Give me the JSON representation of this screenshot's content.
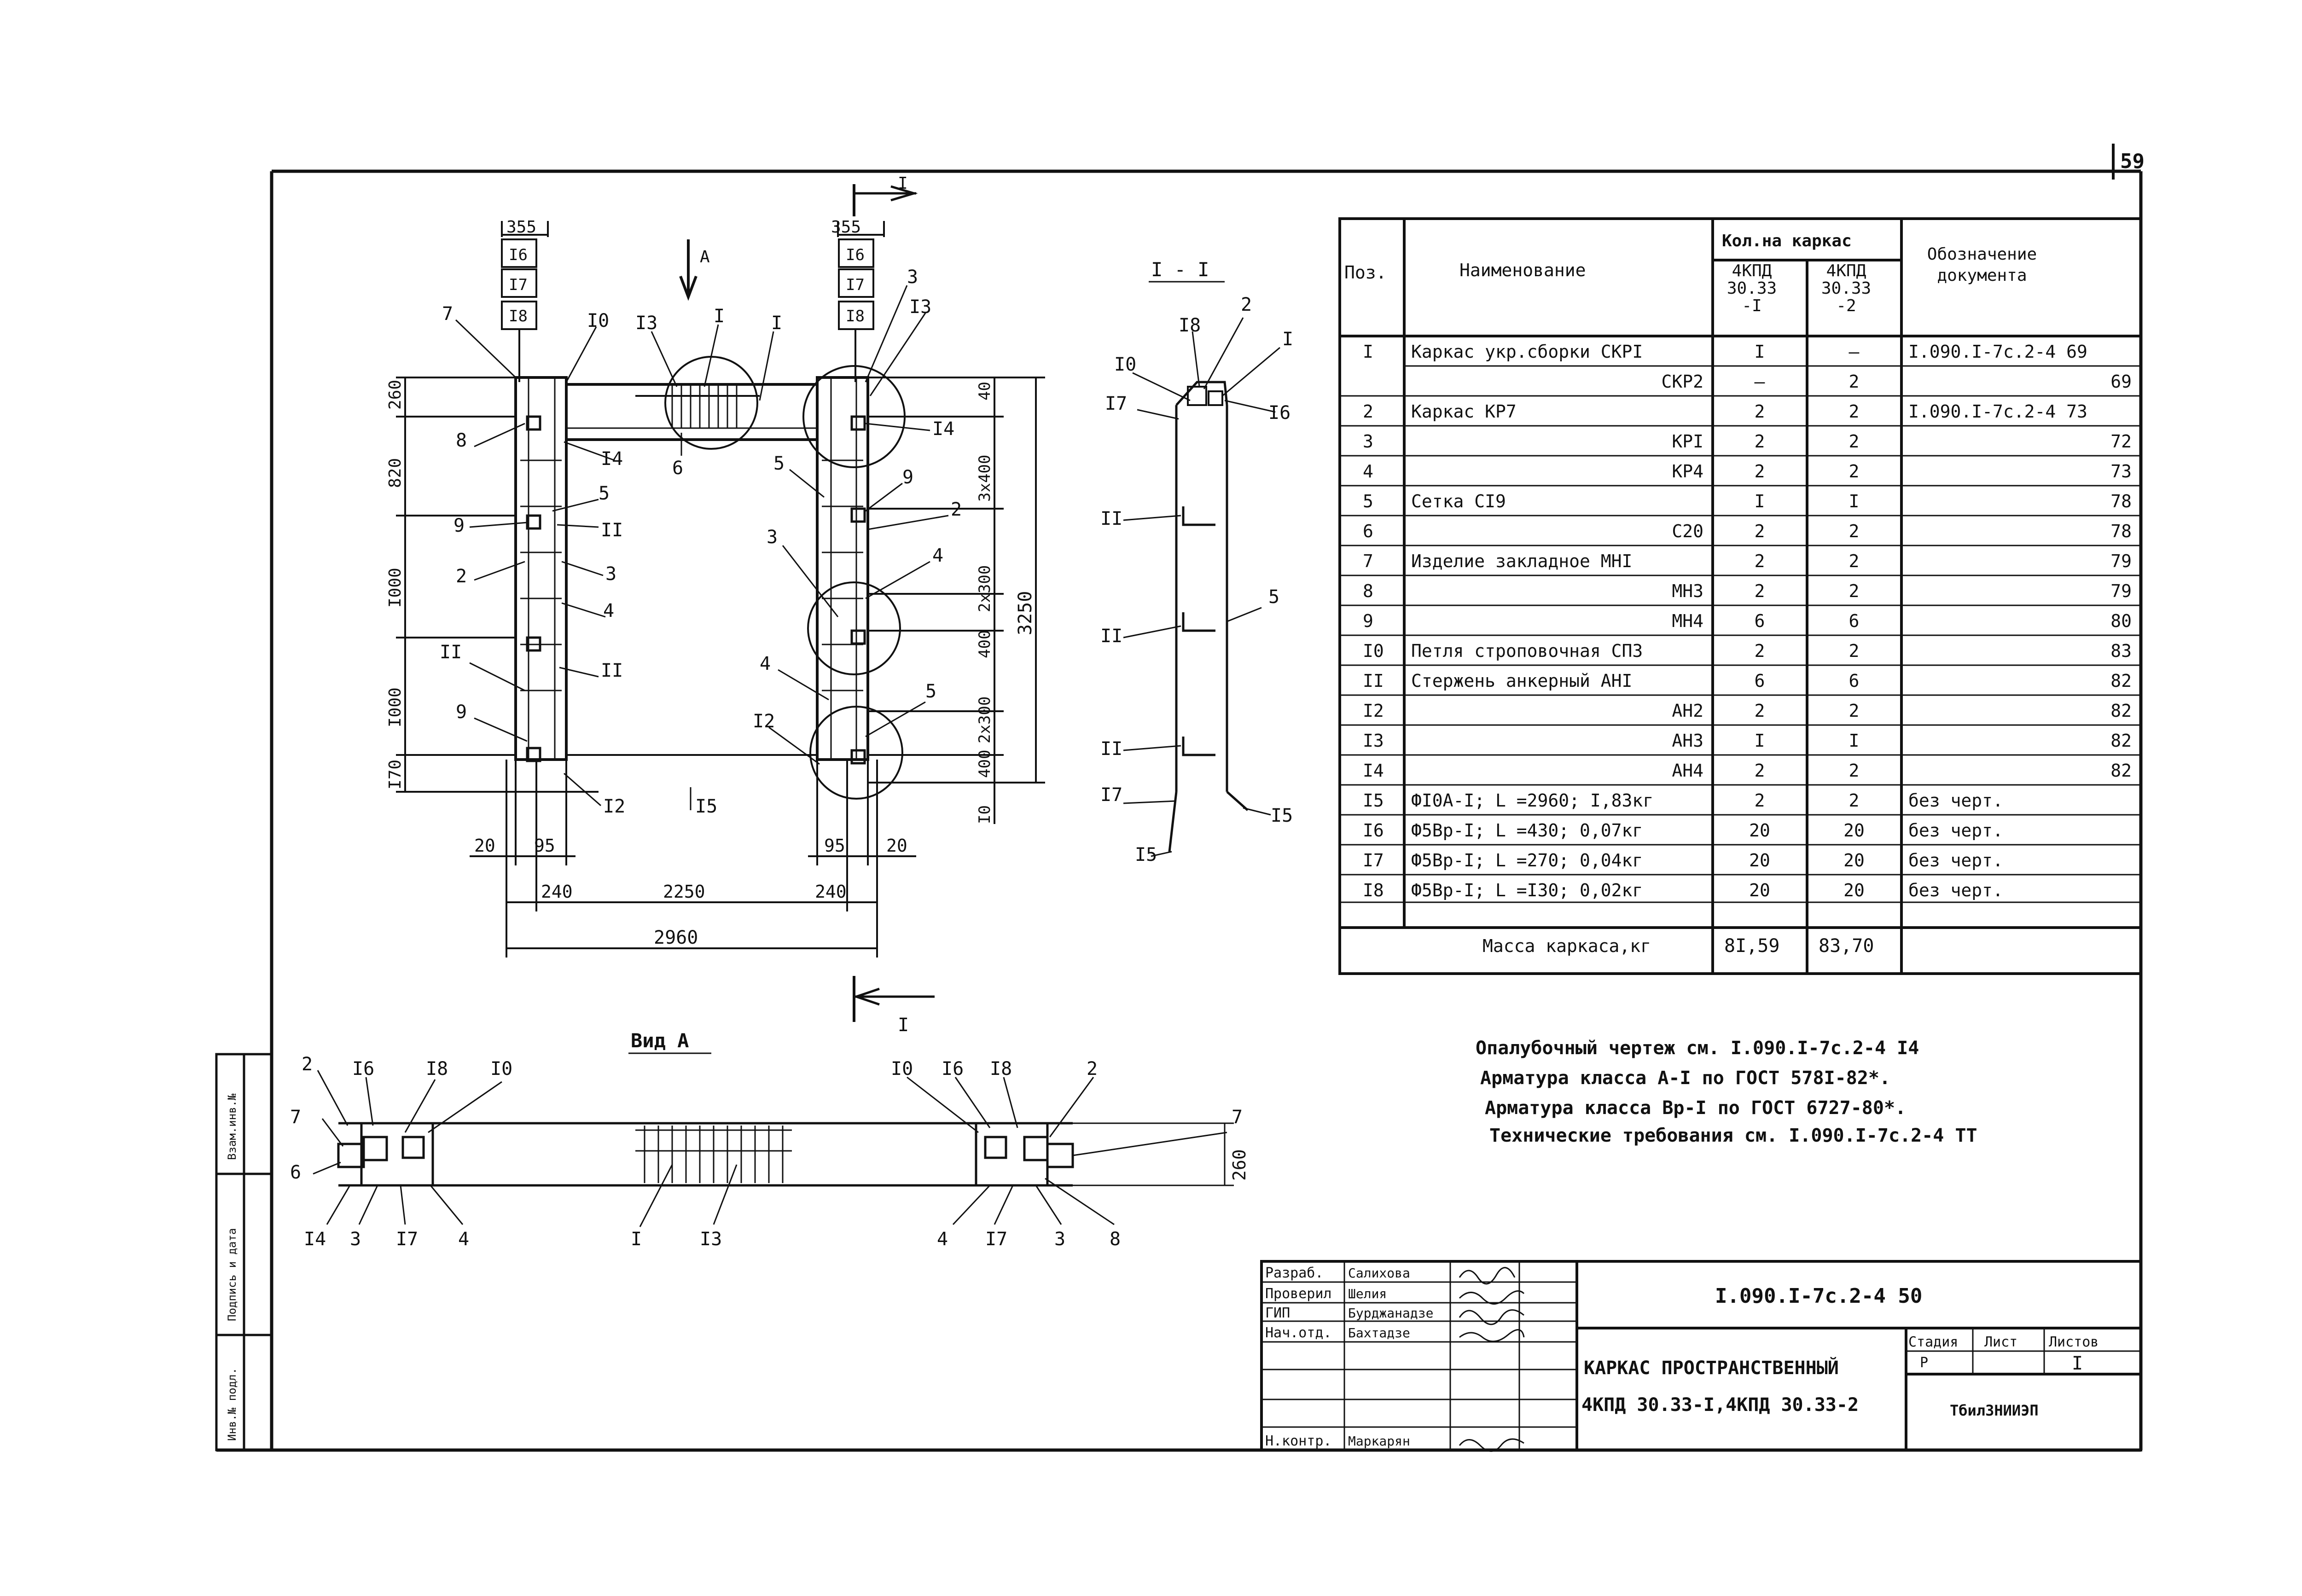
{
  "sheet_number": "59",
  "section_marks": {
    "cut_top": "I",
    "cut_bottom": "I",
    "view_label": "А",
    "section_title": "I - I",
    "view_title": "Вид А"
  },
  "front_view": {
    "top_dims": {
      "left": "355",
      "right": "355"
    },
    "left_stack": [
      "I6",
      "I7",
      "I8"
    ],
    "right_stack": [
      "I6",
      "I7",
      "I8"
    ],
    "left_vertical_dims": [
      "260",
      "820",
      "I000",
      "I000",
      "I70"
    ],
    "right_vertical_dims": [
      "40",
      "3x400",
      "2x300",
      "400",
      "2x300",
      "400",
      "I0"
    ],
    "overall_height": "3250",
    "bottom_dims": {
      "edge_left": "20",
      "left_95": "95",
      "right_95": "95",
      "edge_right": "20",
      "left_240": "240",
      "mid": "2250",
      "right_240": "240",
      "total": "2960"
    },
    "callouts": [
      {
        "id": "c7",
        "text": "7"
      },
      {
        "id": "c10",
        "text": "I0"
      },
      {
        "id": "c13a",
        "text": "I3"
      },
      {
        "id": "c1a",
        "text": "I"
      },
      {
        "id": "c1b",
        "text": "I"
      },
      {
        "id": "c3a",
        "text": "3"
      },
      {
        "id": "c13b",
        "text": "I3"
      },
      {
        "id": "c8",
        "text": "8"
      },
      {
        "id": "c14a",
        "text": "I4"
      },
      {
        "id": "c6",
        "text": "6"
      },
      {
        "id": "c14b",
        "text": "I4"
      },
      {
        "id": "c5a",
        "text": "5"
      },
      {
        "id": "c5b",
        "text": "5"
      },
      {
        "id": "c9a",
        "text": "9"
      },
      {
        "id": "c11a",
        "text": "II"
      },
      {
        "id": "c9b",
        "text": "9"
      },
      {
        "id": "c2a",
        "text": "2"
      },
      {
        "id": "c2b",
        "text": "2"
      },
      {
        "id": "c3b",
        "text": "3"
      },
      {
        "id": "c3c",
        "text": "3"
      },
      {
        "id": "c4a",
        "text": "4"
      },
      {
        "id": "c4b",
        "text": "4"
      },
      {
        "id": "c11b",
        "text": "II"
      },
      {
        "id": "c11c",
        "text": "II"
      },
      {
        "id": "c4c",
        "text": "4"
      },
      {
        "id": "c5c",
        "text": "5"
      },
      {
        "id": "c9c",
        "text": "9"
      },
      {
        "id": "c12a",
        "text": "I2"
      },
      {
        "id": "c12b",
        "text": "I2"
      },
      {
        "id": "c15",
        "text": "I5"
      }
    ]
  },
  "section_view": {
    "callouts": [
      "I8",
      "2",
      "I",
      "I0",
      "I7",
      "I6",
      "II",
      "II",
      "5",
      "II",
      "I7",
      "I5",
      "I5"
    ]
  },
  "plan_view": {
    "left_callouts": [
      "2",
      "I6",
      "I8",
      "I0",
      "7",
      "6",
      "I4",
      "3",
      "I7",
      "4"
    ],
    "mid_callouts": [
      "I",
      "I3"
    ],
    "right_callouts": [
      "I0",
      "I6",
      "I8",
      "2",
      "7",
      "4",
      "I7",
      "3",
      "8"
    ],
    "height_dim": "260"
  },
  "spec_table": {
    "headers": {
      "pos": "Поз.",
      "name": "Наименование",
      "qty_group": "Кол.на каркас",
      "qty1": "4КПД 30.33 -I",
      "qty2": "4КПД 30.33 -2",
      "doc": "Обозначение документа"
    },
    "rows": [
      {
        "pos": "I",
        "name": "Каркас укр.сборки СКРI",
        "q1": "I",
        "q2": "–",
        "doc": "I.090.I-7c.2-4 69"
      },
      {
        "pos": "",
        "name": "СКР2",
        "q1": "–",
        "q2": "2",
        "doc": "69"
      },
      {
        "pos": "2",
        "name": "Каркас КР7",
        "q1": "2",
        "q2": "2",
        "doc": "I.090.I-7c.2-4 73"
      },
      {
        "pos": "3",
        "name": "КРI",
        "q1": "2",
        "q2": "2",
        "doc": "72"
      },
      {
        "pos": "4",
        "name": "КР4",
        "q1": "2",
        "q2": "2",
        "doc": "73"
      },
      {
        "pos": "5",
        "name": "Сетка СI9",
        "q1": "I",
        "q2": "I",
        "doc": "78"
      },
      {
        "pos": "6",
        "name": "С20",
        "q1": "2",
        "q2": "2",
        "doc": "78"
      },
      {
        "pos": "7",
        "name": "Изделие закладное МНI",
        "q1": "2",
        "q2": "2",
        "doc": "79"
      },
      {
        "pos": "8",
        "name": "МН3",
        "q1": "2",
        "q2": "2",
        "doc": "79"
      },
      {
        "pos": "9",
        "name": "МН4",
        "q1": "6",
        "q2": "6",
        "doc": "80"
      },
      {
        "pos": "I0",
        "name": "Петля строповочная СП3",
        "q1": "2",
        "q2": "2",
        "doc": "83"
      },
      {
        "pos": "II",
        "name": "Стержень анкерный АНI",
        "q1": "6",
        "q2": "6",
        "doc": "82"
      },
      {
        "pos": "I2",
        "name": "АН2",
        "q1": "2",
        "q2": "2",
        "doc": "82"
      },
      {
        "pos": "I3",
        "name": "АН3",
        "q1": "I",
        "q2": "I",
        "doc": "82"
      },
      {
        "pos": "I4",
        "name": "АН4",
        "q1": "2",
        "q2": "2",
        "doc": "82"
      },
      {
        "pos": "I5",
        "name": "ФI0А-I; L =2960; I,83кг",
        "q1": "2",
        "q2": "2",
        "doc": "без черт."
      },
      {
        "pos": "I6",
        "name": "Ф5Вр-I; L =430; 0,07кг",
        "q1": "20",
        "q2": "20",
        "doc": "без черт."
      },
      {
        "pos": "I7",
        "name": "Ф5Вр-I; L =270; 0,04кг",
        "q1": "20",
        "q2": "20",
        "doc": "без черт."
      },
      {
        "pos": "I8",
        "name": "Ф5Вр-I; L =I30; 0,02кг",
        "q1": "20",
        "q2": "20",
        "doc": "без черт."
      }
    ],
    "total_row": {
      "label": "Масса каркаса,кг",
      "q1": "8I,59",
      "q2": "83,70"
    }
  },
  "notes": [
    "Опалубочный чертеж см. I.090.I-7c.2-4 I4",
    "Арматура класса А-I по ГОСТ 578I-82*.",
    "Арматура класса Вр-I по ГОСТ 6727-80*.",
    "Технические требования см. I.090.I-7c.2-4 ТТ"
  ],
  "side_strip": [
    "Взам.инв.№",
    "Подпись и дата",
    "Инв.№ подл."
  ],
  "title_block": {
    "doc_code": "I.090.I-7c.2-4 50",
    "title_line1": "КАРКАС ПРОСТРАНСТВЕННЫЙ",
    "title_line2": "4КПД 30.33-I,4КПД 30.33-2",
    "stage_label": "Стадия",
    "sheet_label": "Лист",
    "sheets_label": "Листов",
    "stage": "Р",
    "sheets": "I",
    "org": "ТбилЗНИИЭП",
    "people": [
      {
        "role": "Разраб.",
        "name": "Салихова"
      },
      {
        "role": "Проверил",
        "name": "Шелия"
      },
      {
        "role": "ГИП",
        "name": "Бурджанадзе"
      },
      {
        "role": "Нач.отд.",
        "name": "Бахтадзе"
      },
      {
        "role": "",
        "name": ""
      },
      {
        "role": "",
        "name": ""
      },
      {
        "role": "",
        "name": ""
      },
      {
        "role": "Н.контр.",
        "name": "Маркарян"
      }
    ]
  },
  "colors": {
    "ink": "#111111",
    "paper": "#ffffff"
  }
}
